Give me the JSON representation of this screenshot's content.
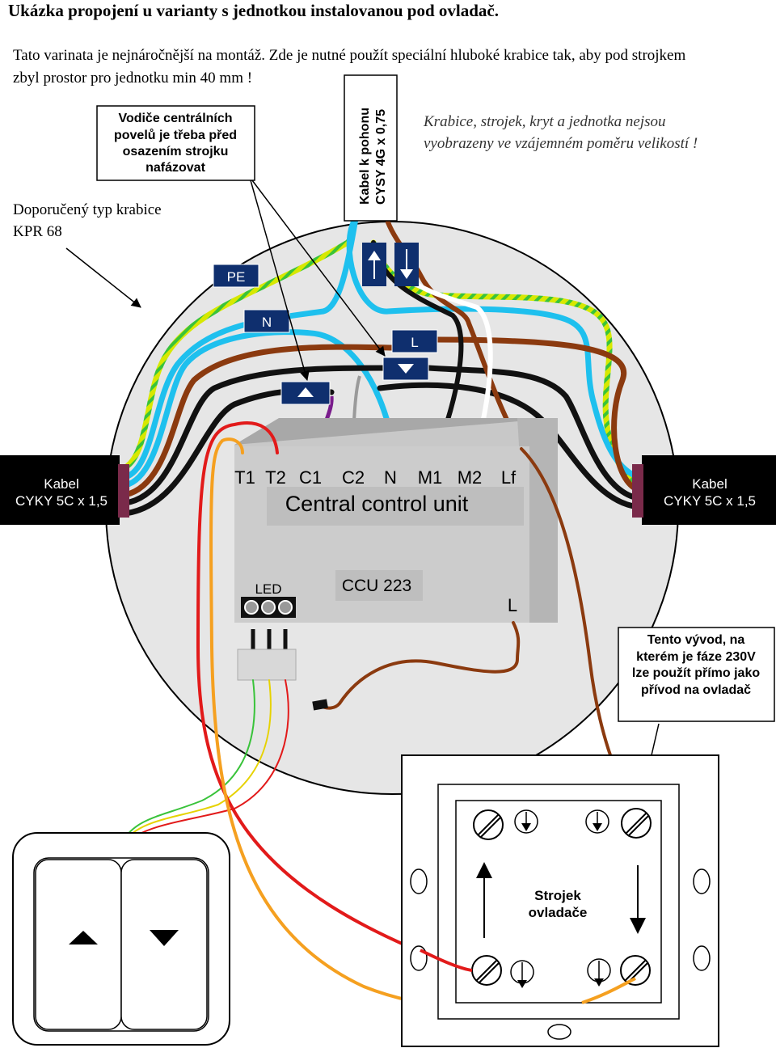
{
  "title": "Ukázka propojení u varianty s jednotkou instalovanou pod ovladač.",
  "intro": {
    "line1": "Tato varinata je nejnáročnější na montáž. Zde je nutné použít speciální hluboké krabice tak, aby pod strojkem",
    "line2": "zbyl prostor pro jednotku min 40 mm !"
  },
  "note_central": [
    "Vodiče centrálních",
    "povelů je třeba před",
    "osazením strojku",
    "nafázovat"
  ],
  "drive_cable": [
    "Kabel k pohonu",
    "CYSY 4G x 0,75"
  ],
  "scale_note": [
    "Krabice, strojek, kryt a jednotka nejsou",
    "vyobrazeny ve vzájemném poměru velikostí !"
  ],
  "box_type": [
    "Doporučený typ krabice",
    "KPR 68"
  ],
  "wire_tags": {
    "pe": "PE",
    "n": "N",
    "l": "L"
  },
  "cable_left": [
    "Kabel",
    "CYKY 5C x 1,5"
  ],
  "cable_right": [
    "Kabel",
    "CYKY 5C x 1,5"
  ],
  "unit": {
    "terminals": [
      "T1",
      "T2",
      "C1",
      "C2",
      "N",
      "M1",
      "M2",
      "Lf"
    ],
    "name": "Central control unit",
    "led_label": "LED",
    "model": "CCU 223",
    "l_output": "L"
  },
  "phase_note": [
    "Tento vývod, na",
    "kterém je fáze 230V",
    "lze použít přímo jako",
    "přívod na ovladač"
  ],
  "switch_mech_label": [
    "Strojek",
    "ovladače"
  ],
  "icons": [
    "arrow-up-icon",
    "arrow-down-icon",
    "screw-terminal-icon",
    "led-indicator-icon"
  ],
  "colors": {
    "brown": "#8B3A0F",
    "blue": "#1EC0EE",
    "black": "#111111",
    "yellow_green": "#D7E800",
    "green": "#39C33A",
    "orange": "#F5A020",
    "red": "#E21A1A",
    "purple": "#7A1C8C",
    "grey": "#9A9A9A",
    "tag_blue": "#0F2F6E"
  }
}
